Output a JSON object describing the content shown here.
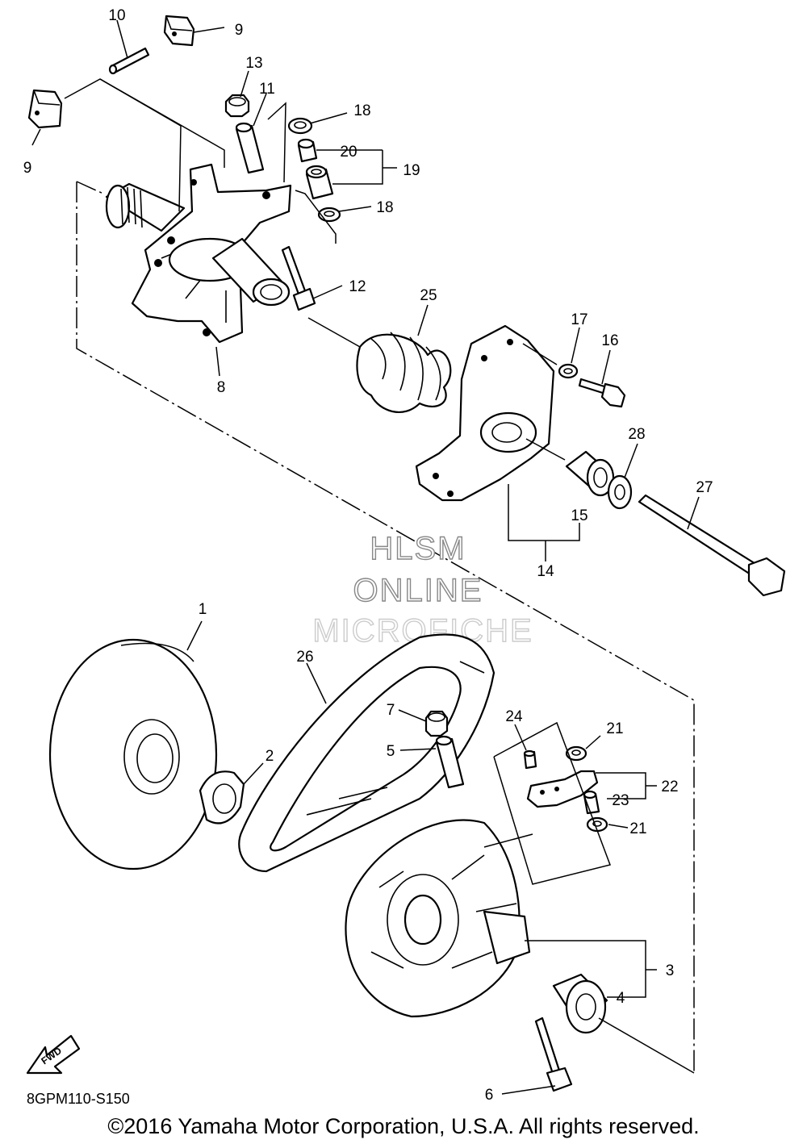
{
  "callouts": {
    "c1": "1",
    "c2": "2",
    "c3": "3",
    "c4": "4",
    "c5": "5",
    "c6": "6",
    "c7": "7",
    "c8": "8",
    "c9a": "9",
    "c9b": "9",
    "c10": "10",
    "c11": "11",
    "c12": "12",
    "c13": "13",
    "c14": "14",
    "c15": "15",
    "c16": "16",
    "c17": "17",
    "c18a": "18",
    "c18b": "18",
    "c19": "19",
    "c20": "20",
    "c21a": "21",
    "c21b": "21",
    "c22": "22",
    "c23": "23",
    "c24": "24",
    "c25": "25",
    "c26": "26",
    "c27": "27",
    "c28": "28"
  },
  "watermark": {
    "line1": "HLSM",
    "line2": "ONLINE",
    "line3": "MICROFICHE"
  },
  "fwd_label": "FWD",
  "diagram_code": "8GPM110-S150",
  "copyright": "©2016 Yamaha Motor Corporation, U.S.A. All rights reserved."
}
